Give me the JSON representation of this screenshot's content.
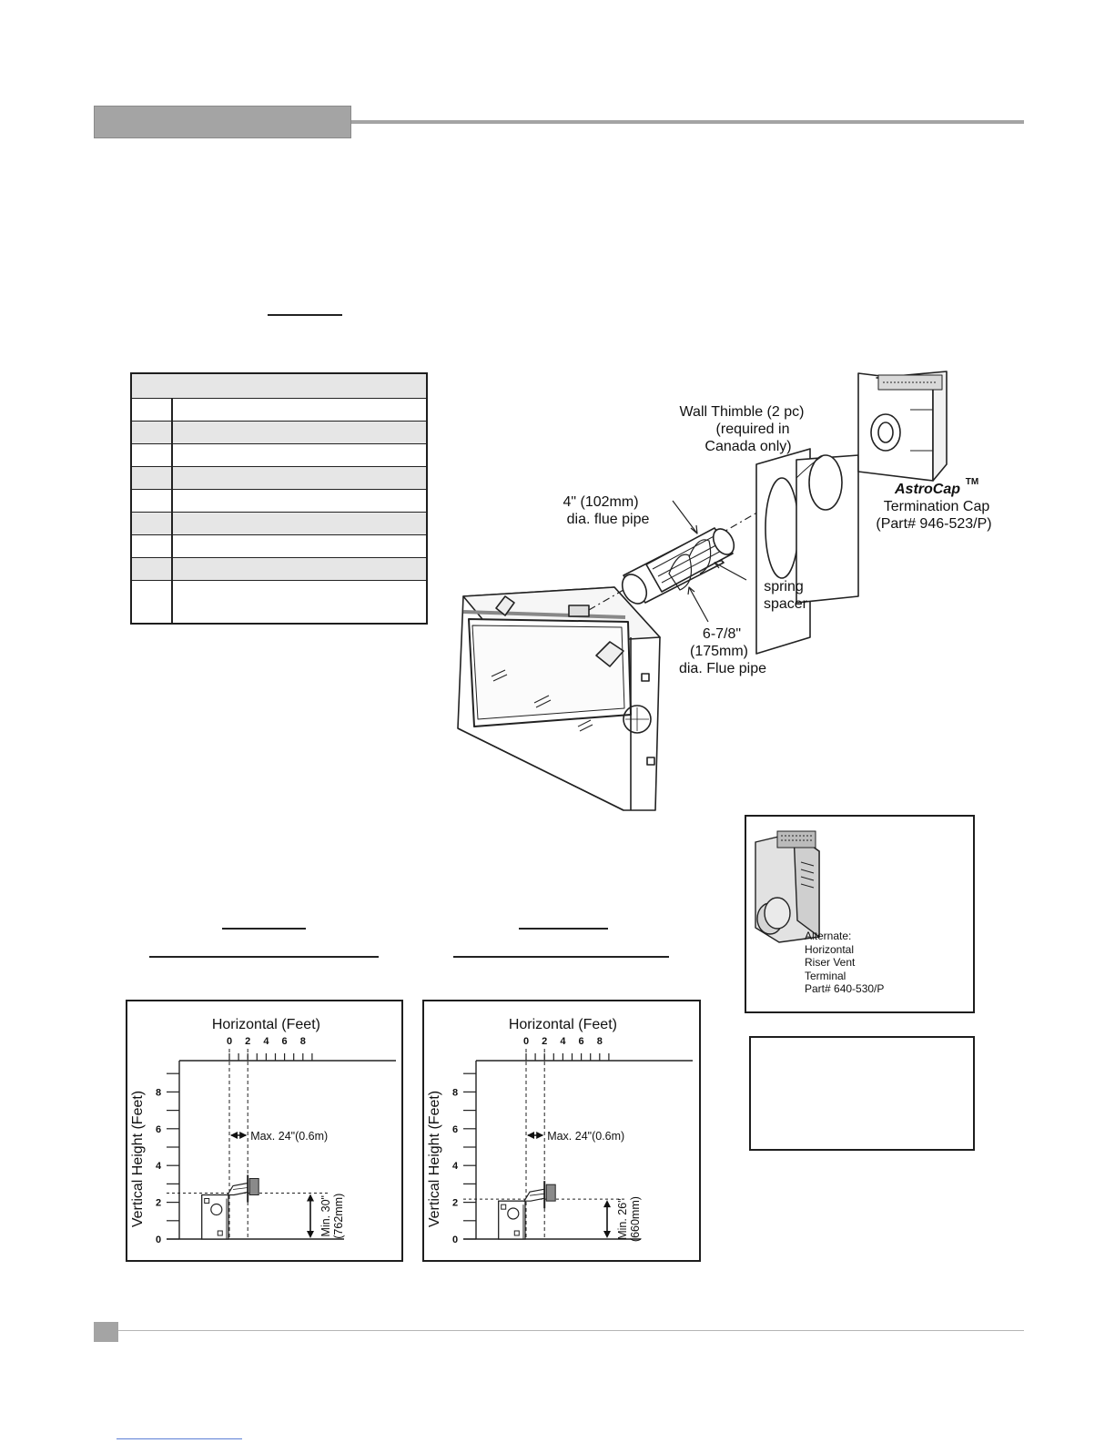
{
  "diagram": {
    "wall_thimble": [
      "Wall Thimble (2 pc)",
      "(required in",
      "Canada only)"
    ],
    "astrocap_brand": "AstroCap",
    "astrocap_tm": "TM",
    "termination_cap": [
      "Termination Cap",
      "(Part# 946-523/P)"
    ],
    "flue_4in": [
      "4\" (102mm)",
      "dia. flue pipe"
    ],
    "spring_spacer": [
      "spring",
      "spacer"
    ],
    "flue_678": [
      "6-7/8\"",
      "(175mm)",
      "dia. Flue pipe"
    ]
  },
  "riser_box": {
    "lines": [
      "Alternate:",
      "Horizontal",
      "Riser Vent",
      "Terminal",
      "Part# 640-530/P"
    ]
  },
  "chart_data": [
    {
      "type": "diagram-chart",
      "xlabel": "Horizontal (Feet)",
      "ylabel": "Vertical Height (Feet)",
      "x_ticks": [
        "0",
        "2",
        "4",
        "6",
        "8"
      ],
      "y_ticks": [
        "0",
        "2",
        "4",
        "6",
        "8"
      ],
      "xlim": [
        0,
        8
      ],
      "ylim": [
        0,
        8
      ],
      "max_horizontal_label": "Max. 24\"(0.6m)",
      "max_horizontal_ft": 2,
      "min_height_label": [
        "Min. 30\"",
        "(762mm)"
      ],
      "min_height_ft": 2.5
    },
    {
      "type": "diagram-chart",
      "xlabel": "Horizontal (Feet)",
      "ylabel": "Vertical Height (Feet)",
      "x_ticks": [
        "0",
        "2",
        "4",
        "6",
        "8"
      ],
      "y_ticks": [
        "0",
        "2",
        "4",
        "6",
        "8"
      ],
      "xlim": [
        0,
        8
      ],
      "ylim": [
        0,
        8
      ],
      "max_horizontal_label": "Max. 24\"(0.6m)",
      "max_horizontal_ft": 2,
      "min_height_label": [
        "Min. 26\"",
        "(660mm)"
      ],
      "min_height_ft": 2.17
    }
  ]
}
